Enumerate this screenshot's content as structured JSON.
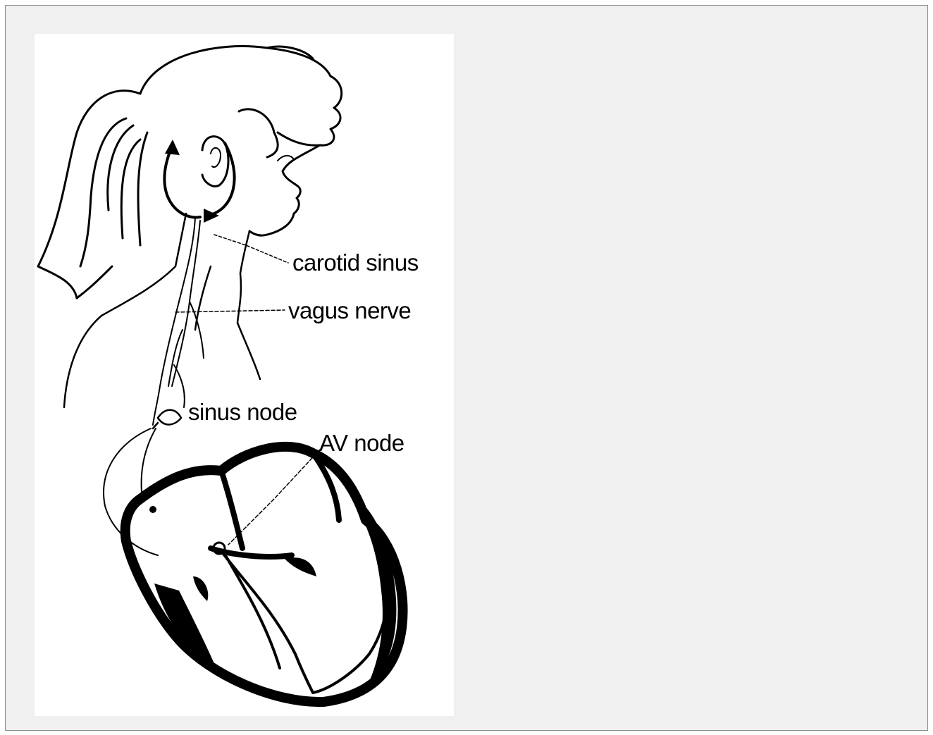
{
  "figure": {
    "labels": {
      "carotid_sinus": "carotid sinus",
      "vagus_nerve": "vagus nerve",
      "sinus_node": "sinus node",
      "av_node": "AV node"
    }
  },
  "colors": {
    "ink": "#000000",
    "paper": "#ffffff",
    "background": "#f0f0f0",
    "border": "#8a8a8a"
  }
}
